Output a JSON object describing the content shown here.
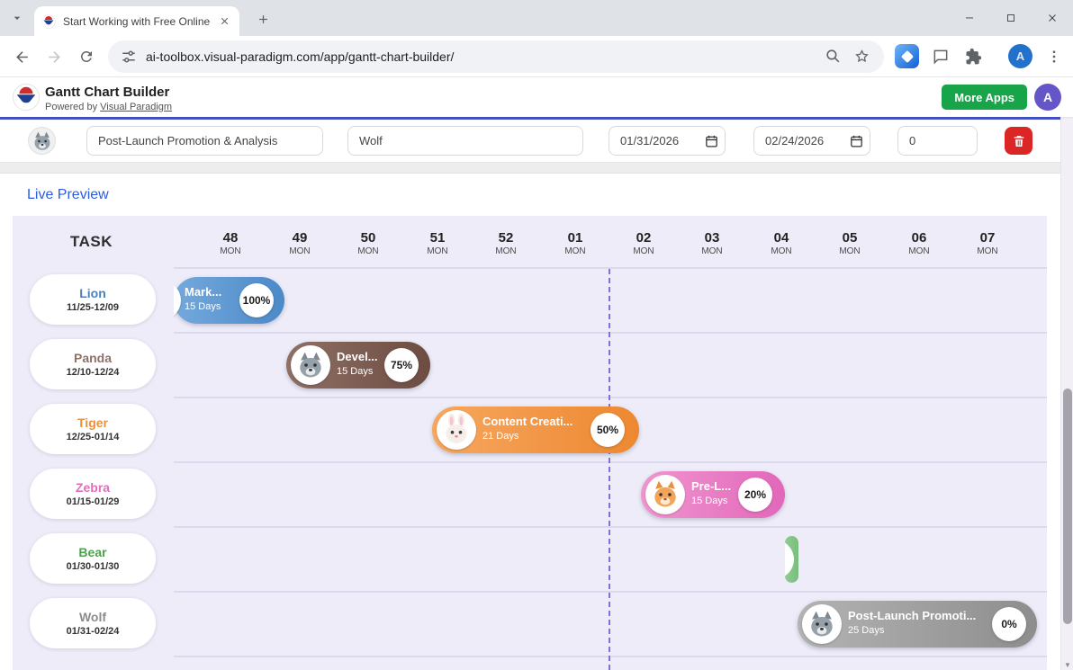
{
  "browser": {
    "tab_title": "Start Working with Free Online",
    "url": "ai-toolbox.visual-paradigm.com/app/gantt-chart-builder/",
    "profile_letter": "A"
  },
  "app_header": {
    "title": "Gantt Chart Builder",
    "powered_by_prefix": "Powered by",
    "powered_by_link": "Visual Paradigm",
    "more_apps_label": "More Apps",
    "avatar_letter": "A",
    "accent_color": "#4653c5",
    "more_apps_color": "#18a449"
  },
  "task_form": {
    "task_name_value": "Post-Launch Promotion & Analysis",
    "assignee_value": "Wolf",
    "start_date_value": "01/31/2026",
    "end_date_value": "02/24/2026",
    "progress_value": "0"
  },
  "preview": {
    "title": "Live Preview"
  },
  "chart_data": {
    "type": "gantt",
    "task_column_header": "TASK",
    "today_line_color": "#7a72d8",
    "background_color": "#edecf8",
    "week_columns": [
      {
        "week": "48",
        "day": "MON"
      },
      {
        "week": "49",
        "day": "MON"
      },
      {
        "week": "50",
        "day": "MON"
      },
      {
        "week": "51",
        "day": "MON"
      },
      {
        "week": "52",
        "day": "MON"
      },
      {
        "week": "01",
        "day": "MON"
      },
      {
        "week": "02",
        "day": "MON"
      },
      {
        "week": "03",
        "day": "MON"
      },
      {
        "week": "04",
        "day": "MON"
      },
      {
        "week": "05",
        "day": "MON"
      },
      {
        "week": "06",
        "day": "MON"
      },
      {
        "week": "07",
        "day": "MON"
      }
    ],
    "rows": [
      {
        "name": "Lion",
        "dates": "11/25-12/09",
        "name_color": "#4d7fbe",
        "bar": {
          "label": "Mark...",
          "duration": "15 Days",
          "percent": "100%",
          "color": "#5b9bd5"
        }
      },
      {
        "name": "Panda",
        "dates": "12/10-12/24",
        "name_color": "#8d7168",
        "bar": {
          "label": "Devel...",
          "duration": "15 Days",
          "percent": "75%",
          "color": "#7d5a4f",
          "avatar": "wolf"
        }
      },
      {
        "name": "Tiger",
        "dates": "12/25-01/14",
        "name_color": "#e8913f",
        "bar": {
          "label": "Content Creati...",
          "duration": "21 Days",
          "percent": "50%",
          "color": "#f0944a",
          "avatar": "rabbit"
        }
      },
      {
        "name": "Zebra",
        "dates": "01/15-01/29",
        "name_color": "#df6fb9",
        "bar": {
          "label": "Pre-L...",
          "duration": "15 Days",
          "percent": "20%",
          "color": "#e97fc4",
          "avatar": "cat"
        }
      },
      {
        "name": "Bear",
        "dates": "01/30-01/30",
        "name_color": "#4ca24f",
        "bar": {
          "label": "",
          "duration": "",
          "percent": "",
          "color": "#84c487"
        }
      },
      {
        "name": "Wolf",
        "dates": "01/31-02/24",
        "name_color": "#8c8c8c",
        "bar": {
          "label": "Post-Launch Promoti...",
          "duration": "25 Days",
          "percent": "0%",
          "color": "#a2a2a2",
          "avatar": "wolf"
        }
      }
    ]
  }
}
